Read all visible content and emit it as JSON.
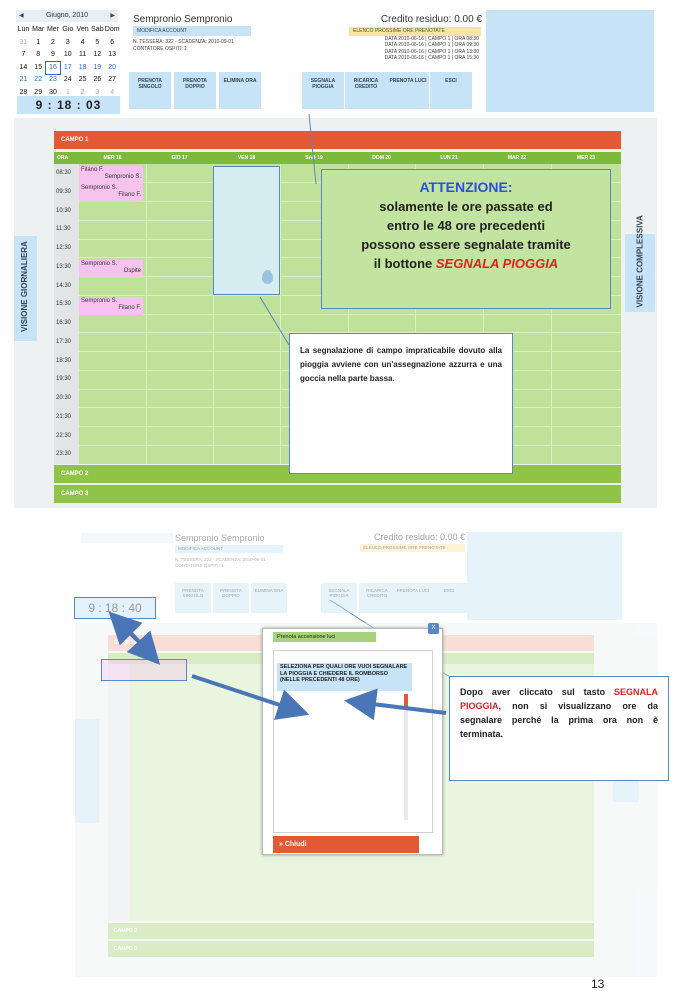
{
  "calendar": {
    "month_label": "Giugno, 2010",
    "weekdays": [
      "Lun",
      "Mar",
      "Mer",
      "Gio",
      "Ven",
      "Sab",
      "Dom"
    ],
    "weeks": [
      [
        "31",
        "1",
        "2",
        "3",
        "4",
        "5",
        "6"
      ],
      [
        "7",
        "8",
        "9",
        "10",
        "11",
        "12",
        "13"
      ],
      [
        "14",
        "15",
        "16",
        "17",
        "18",
        "19",
        "20"
      ],
      [
        "21",
        "22",
        "23",
        "24",
        "25",
        "26",
        "27"
      ],
      [
        "28",
        "29",
        "30",
        "1",
        "2",
        "3",
        "4"
      ]
    ],
    "today": "16"
  },
  "clock": "9 : 18 : 03",
  "clock_lower": "9 : 18 : 40",
  "user": {
    "name": "Sempronio Sempronio",
    "modify_label": "MODIFICA ACCOUNT",
    "tessera": "N. TESSERA: 322 - SCADENZA: 2010-09-01",
    "ospiti": "CONTATORE OSPITI: 1"
  },
  "credit": "Credito residuo: 0.00 €",
  "next_bookings": {
    "title": "ELENCO PROSSIME ORE PRENOTATE",
    "items": [
      "DATA 2010-06-16 | CAMPO 1 | ORA 08:30",
      "DATA 2010-06-16 | CAMPO 1 | ORA 09:30",
      "DATA 2010-06-16 | CAMPO 1 | ORA 13:30",
      "DATA 2010-06-16 | CAMPO 1 | ORA 15:30"
    ]
  },
  "toolbar": {
    "prenota_singolo": "PRENOTA SINGOLO",
    "prenota_doppio": "PRENOTA DOPPIO",
    "elimina_ora": "ELIMINA ORA",
    "segnala_pioggia": "SEGNALA PIOGGIA",
    "ricarica_credito": "RICARICA CREDITO",
    "prenota_luci": "PRENOTA LUCI",
    "esci": "ESCI"
  },
  "side": {
    "left": "VISIONE GIORNALIERA",
    "right": "VISIONE COMPLESSIVA"
  },
  "campi": {
    "campo1": "CAMPO 1",
    "campo2": "CAMPO 2",
    "campo3": "CAMPO 3"
  },
  "days": [
    "ORA",
    "MER 16",
    "GIO 17",
    "VEN 18",
    "SAB 19",
    "DOM 20",
    "LUN 21",
    "MAR 22",
    "MER 23"
  ],
  "hours": [
    "08:30",
    "09:30",
    "10:30",
    "11:30",
    "12:30",
    "13:30",
    "14:30",
    "15:30",
    "16:30",
    "17:30",
    "18:30",
    "19:30",
    "20:30",
    "21:30",
    "22:30",
    "23:30"
  ],
  "bookings": {
    "b1_a": "Filano F.",
    "b1_b": "Sempronio S.",
    "b2_a": "Sempronio S.",
    "b2_b": "Filano F.",
    "b3_a": "Sempronio S.",
    "b3_b": "Ospite",
    "b4_a": "Sempronio S.",
    "b4_b": "Filano F."
  },
  "attention": {
    "title": "ATTENZIONE:",
    "line1": "solamente le ore passate ed",
    "line2": "entro le 48 ore precedenti",
    "line3": "possono essere segnalate tramite",
    "line4_pre": "il bottone ",
    "line4_red": "SEGNALA PIOGGIA"
  },
  "note1": "La segnalazione di campo impraticabile dovuto alla pioggia avviene con un'assegnazione azzurra e una goccia nella parte bassa.",
  "popup": {
    "title": "Prenota accensione luci",
    "close_x": "X",
    "message": "SELEZIONA PER QUALI ORE VUOI SEGNALARE LA PIOGGIA E CHIEDERE IL ROMBORSO (NELLE PRECEDENTI 48 ORE)",
    "chiudi": "» Chiudi"
  },
  "note2": {
    "pre": "Dopo aver cliccato sul tasto ",
    "red": "SEGNALA PIOGGIA",
    "post": ", non si visualizzano ore da segnalare perché la prima ora non è terminata."
  },
  "page_number": "13"
}
